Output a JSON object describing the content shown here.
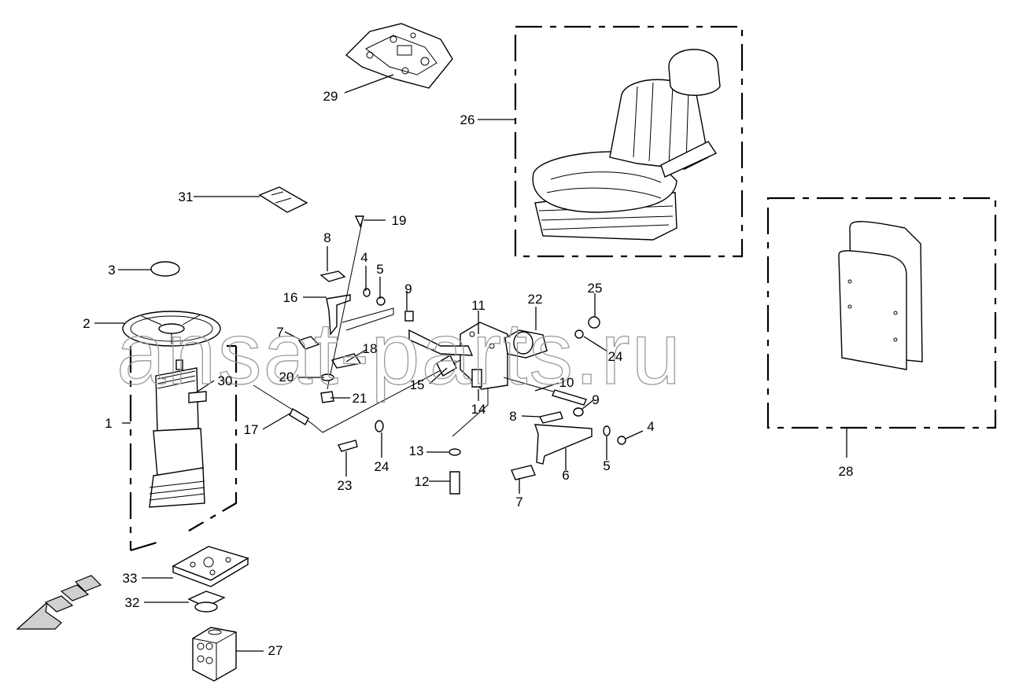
{
  "watermark": "ansat-parts.ru",
  "corner_mark": "",
  "callouts": [
    {
      "id": "c1",
      "text": "1"
    },
    {
      "id": "c2",
      "text": "2"
    },
    {
      "id": "c3",
      "text": "3"
    },
    {
      "id": "c4a",
      "text": "4"
    },
    {
      "id": "c4b",
      "text": "4"
    },
    {
      "id": "c5a",
      "text": "5"
    },
    {
      "id": "c5b",
      "text": "5"
    },
    {
      "id": "c6",
      "text": "6"
    },
    {
      "id": "c7a",
      "text": "7"
    },
    {
      "id": "c7b",
      "text": "7"
    },
    {
      "id": "c8a",
      "text": "8"
    },
    {
      "id": "c8b",
      "text": "8"
    },
    {
      "id": "c9a",
      "text": "9"
    },
    {
      "id": "c9b",
      "text": "9"
    },
    {
      "id": "c10",
      "text": "10"
    },
    {
      "id": "c11",
      "text": "11"
    },
    {
      "id": "c12",
      "text": "12"
    },
    {
      "id": "c13",
      "text": "13"
    },
    {
      "id": "c14",
      "text": "14"
    },
    {
      "id": "c15",
      "text": "15"
    },
    {
      "id": "c16",
      "text": "16"
    },
    {
      "id": "c17",
      "text": "17"
    },
    {
      "id": "c18",
      "text": "18"
    },
    {
      "id": "c19",
      "text": "19"
    },
    {
      "id": "c20",
      "text": "20"
    },
    {
      "id": "c21",
      "text": "21"
    },
    {
      "id": "c22",
      "text": "22"
    },
    {
      "id": "c23",
      "text": "23"
    },
    {
      "id": "c24a",
      "text": "24"
    },
    {
      "id": "c24b",
      "text": "24"
    },
    {
      "id": "c25",
      "text": "25"
    },
    {
      "id": "c26",
      "text": "26"
    },
    {
      "id": "c27",
      "text": "27"
    },
    {
      "id": "c28",
      "text": "28"
    },
    {
      "id": "c29",
      "text": "29"
    },
    {
      "id": "c30",
      "text": "30"
    },
    {
      "id": "c31",
      "text": "31"
    },
    {
      "id": "c32",
      "text": "32"
    },
    {
      "id": "c33",
      "text": "33"
    }
  ]
}
